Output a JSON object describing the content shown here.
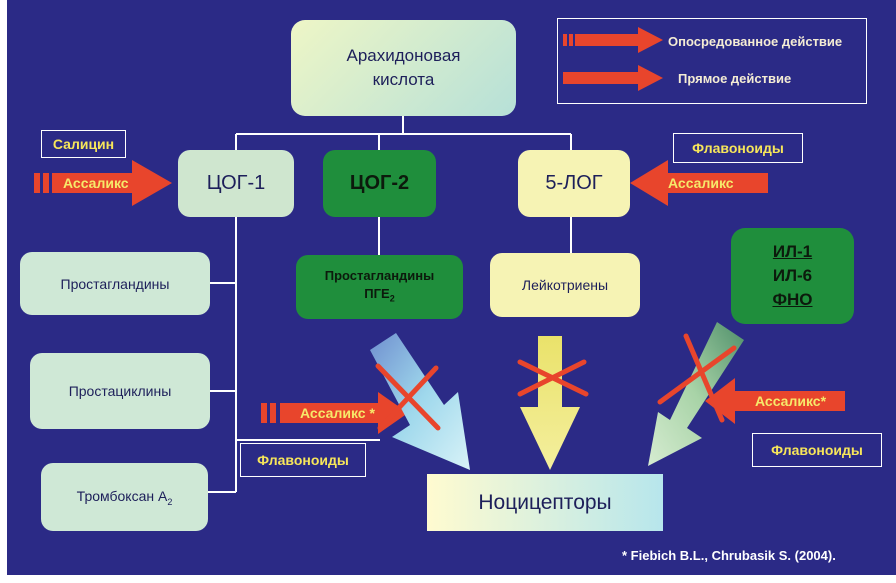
{
  "diagram": {
    "top": {
      "line1": "Арахидоновая",
      "line2": "кислота"
    },
    "enzymes": {
      "cog1": "ЦОГ-1",
      "cog2": "ЦОГ-2",
      "log5": "5-ЛОГ"
    },
    "products": {
      "prostaglandins": "Простагландины",
      "pge2_line1": "Простагландины",
      "pge2_line2": "ПГЕ",
      "pge2_sub": "2",
      "leukotrienes": "Лейкотриены",
      "prostacyclins": "Простациклины",
      "thromboxane": "Тромбоксан А",
      "thromboxane_sub": "2"
    },
    "cytokines": {
      "il1": "ИЛ-1",
      "il6": "ИЛ-6",
      "tnf": "ФНО"
    },
    "nociceptors": "Ноцицепторы",
    "labels": {
      "salicin": "Салицин",
      "flavonoids_top": "Флавоноиды",
      "flavonoids_mid": "Флавоноиды",
      "flavonoids_right": "Флавоноиды",
      "assalix_cog1": "Ассаликс",
      "assalix_log": "Ассаликс",
      "assalix_mid": "Ассаликс *",
      "assalix_right": "Ассаликс*"
    },
    "legend": {
      "indirect": "Опосредованное действие",
      "direct": "Прямое действие"
    },
    "reference": "* Fiebich B.L., Chrubasik S. (2004)."
  },
  "colors": {
    "background": "#2b2a86",
    "arrow_red": "#e8452c",
    "light_green": "#cfe6cf",
    "dark_green": "#1f8e3c",
    "yellow_box": "#f6f3b4",
    "label_yellow": "#f7e65a"
  }
}
